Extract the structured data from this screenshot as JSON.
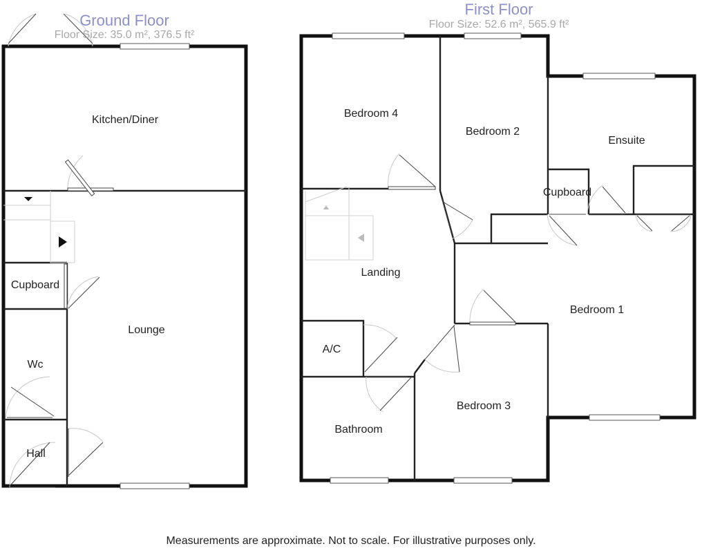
{
  "ground_floor": {
    "title": "Ground Floor",
    "size": "Floor Size: 35.0 m², 376.5 ft²",
    "rooms": {
      "kitchen": "Kitchen/Diner",
      "lounge": "Lounge",
      "cupboard": "Cupboard",
      "wc": "Wc",
      "hall": "Hall"
    }
  },
  "first_floor": {
    "title": "First Floor",
    "size": "Floor Size: 52.6 m², 565.9 ft²",
    "rooms": {
      "bedroom4": "Bedroom 4",
      "bedroom2": "Bedroom 2",
      "ensuite": "Ensuite",
      "cupboard": "Cupboard",
      "landing": "Landing",
      "bedroom1": "Bedroom 1",
      "ac": "A/C",
      "bedroom3": "Bedroom 3",
      "bathroom": "Bathroom"
    }
  },
  "disclaimer": "Measurements are approximate. Not to scale. For illustrative purposes only."
}
